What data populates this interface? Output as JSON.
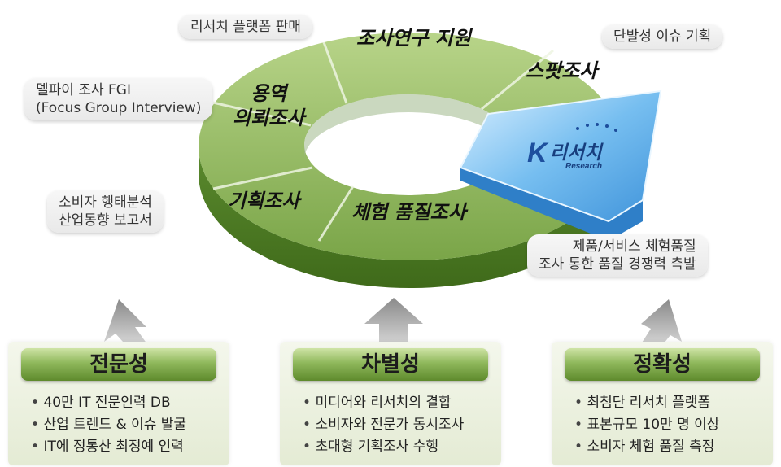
{
  "ring": {
    "segments": [
      {
        "label_lines": [
          "조사연구 지원"
        ]
      },
      {
        "label_lines": [
          "스팟조사"
        ]
      },
      {
        "label_lines": [
          "체험 품질조사"
        ]
      },
      {
        "label_lines": [
          "기획조사"
        ]
      },
      {
        "label_lines": [
          "용역",
          "의뢰조사"
        ]
      }
    ],
    "logo": {
      "text": "리서치",
      "letter": "K",
      "sub": "Research"
    },
    "colors": {
      "green_light": "#a9c97a",
      "green_dark": "#6c9a3c",
      "side": "#4f7a26",
      "blue": "#63b3ec",
      "blue_dark": "#2f7fc8"
    }
  },
  "callouts": {
    "platform": [
      "리서치 플랫폼 판매"
    ],
    "issue": [
      "단발성 이슈 기획"
    ],
    "delphi": [
      "델파이 조사 FGI",
      "(Focus Group Interview)"
    ],
    "consumer": [
      "소비자 행태분석",
      "산업동향 보고서"
    ],
    "quality": [
      "제품/서비스 체험품질",
      "조사 통한 품질 경쟁력 측발"
    ]
  },
  "cards": [
    {
      "title": "전문성",
      "items": [
        "40만 IT 전문인력 DB",
        "산업 트렌드 & 이슈 발굴",
        "IT에 정통산 최정예 인력"
      ]
    },
    {
      "title": "차별성",
      "items": [
        "미디어와 리서치의 결합",
        "소비자와 전문가 동시조사",
        "초대형 기획조사 수행"
      ]
    },
    {
      "title": "정확성",
      "items": [
        "최첨단 리서치 플랫폼",
        "표본규모 10만 명 이상",
        "소비자 체험 품질 측정"
      ]
    }
  ]
}
